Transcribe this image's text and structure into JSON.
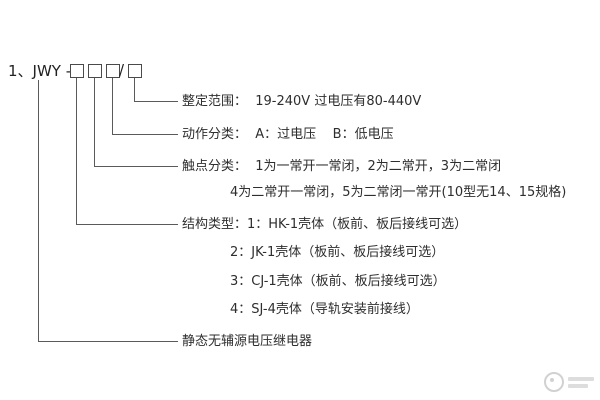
{
  "model": {
    "prefix": "1、JWY - ",
    "slash": "/"
  },
  "labels": {
    "setting_range": "整定范围：  19-240V 过电压有80-440V",
    "action_class": "动作分类：  A：过电压    B：低电压",
    "contact_class_1": "触点分类：  1为一常开一常闭，2为二常开，3为二常闭",
    "contact_class_2": "4为二常开一常闭，5为二常闭一常开(10型无14、15规格)",
    "structure_1": "结构类型：1：HK-1壳体（板前、板后接线可选）",
    "structure_2": "2：JK-1壳体（板前、板后接线可选）",
    "structure_3": "3：CJ-1壳体（板前、板后接线可选）",
    "structure_4": "4：SJ-4壳体（导轨安装前接线）",
    "product_name": "静态无辅源电压继电器"
  }
}
